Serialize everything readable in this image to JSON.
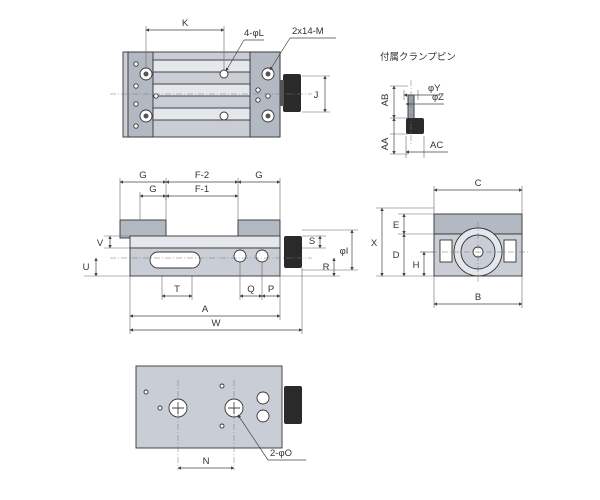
{
  "labels": {
    "K": "K",
    "L4": "4-φL",
    "M2x14": "2x14-M",
    "J": "J",
    "clamp_title": "付属クランプピン",
    "phiY": "φY",
    "phiZ": "φZ",
    "AB": "AB",
    "AA": "AA",
    "AC": "AC",
    "G_left": "G",
    "F2": "F-2",
    "G_right": "G",
    "G_inner": "G",
    "F1": "F-1",
    "V": "V",
    "U": "U",
    "S": "S",
    "R": "R",
    "phiI": "φI",
    "T": "T",
    "Q": "Q",
    "P": "P",
    "A": "A",
    "W": "W",
    "C": "C",
    "E": "E",
    "X": "X",
    "D": "D",
    "H": "H",
    "B": "B",
    "N": "N",
    "O2": "2-φO"
  },
  "colors": {
    "body": "#c9ced6",
    "body_dark": "#9aa2ad",
    "body_light": "#e4e7ec",
    "outline": "#333333",
    "dim_line": "#444444",
    "knob": "#2a2a2a",
    "hole_fill": "#ffffff"
  }
}
